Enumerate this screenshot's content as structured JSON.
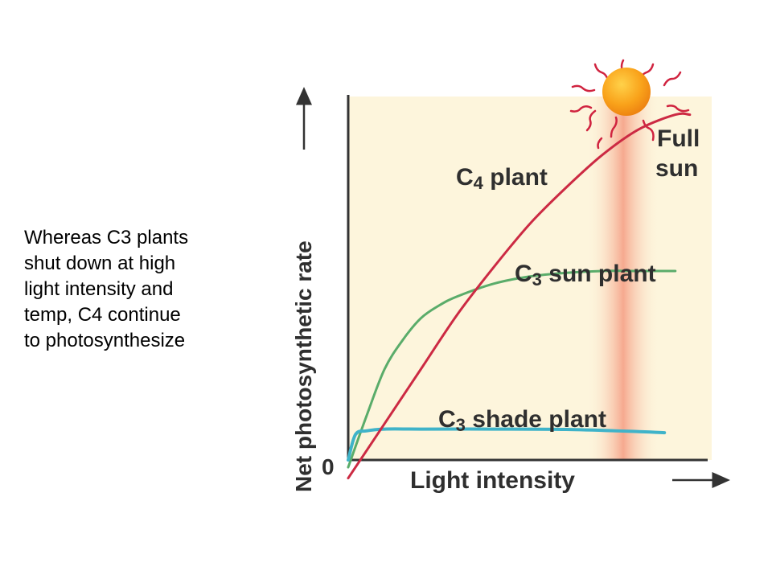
{
  "caption": {
    "lines": [
      "Whereas C3 plants",
      "shut down at high",
      "light intensity and",
      "temp, C4 continue",
      "to photosynthesize"
    ]
  },
  "chart_data": {
    "type": "line",
    "xlabel": "Light intensity",
    "ylabel": "Net photosynthetic rate",
    "ytick_zero": "0",
    "xlim": [
      0,
      100
    ],
    "ylim": [
      0,
      100
    ],
    "grid": false,
    "legend": "none",
    "sun_label": [
      "Full",
      "sun"
    ],
    "series": [
      {
        "name_main": "C",
        "name_sub": "4",
        "name_rest": " plant",
        "color": "#cc2a43",
        "x": [
          0,
          10,
          20,
          30,
          40,
          50,
          60,
          70,
          80,
          90,
          94
        ],
        "y": [
          -5,
          10,
          25,
          40,
          53,
          65,
          75,
          84,
          91,
          95,
          95
        ]
      },
      {
        "name_main": "C",
        "name_sub": "3",
        "name_rest": " sun plant",
        "color": "#5aac6a",
        "x": [
          0,
          5,
          10,
          15,
          20,
          25,
          30,
          40,
          50,
          60,
          70,
          80,
          90
        ],
        "y": [
          -2,
          12,
          25,
          33,
          39,
          42.5,
          45,
          48.5,
          50.5,
          51.5,
          52,
          52,
          52
        ]
      },
      {
        "name_main": "C",
        "name_sub": "3",
        "name_rest": " shade plant",
        "color": "#3fb3c9",
        "x": [
          0,
          2,
          5,
          10,
          20,
          40,
          60,
          80,
          87
        ],
        "y": [
          0,
          7,
          8,
          8.5,
          8.5,
          8.5,
          8.4,
          7.8,
          7.5
        ]
      }
    ],
    "colors": {
      "background": "#fdf5dc",
      "full_sun_band": "#f7b09a",
      "sun_body": "#f8a11b",
      "sun_rays": "#d0233f",
      "axis": "#333333"
    }
  }
}
